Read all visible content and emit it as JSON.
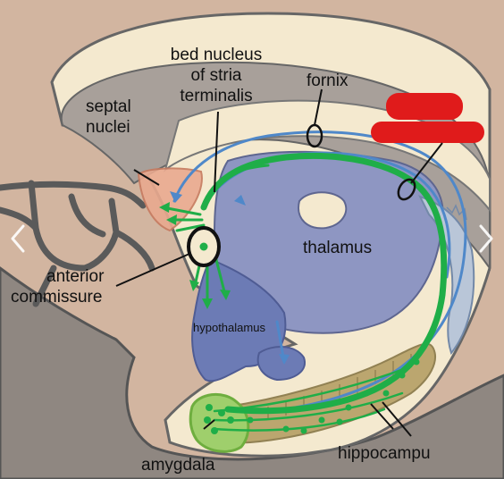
{
  "labels": {
    "bed_nucleus": [
      "bed nucleus",
      "of stria",
      "terminalis"
    ],
    "septal_nuclei": [
      "septal",
      "nuclei"
    ],
    "fornix": "fornix",
    "thalamus": "thalamus",
    "anterior_commissure": [
      "anterior",
      "commissure"
    ],
    "hypothalamus": "hypothalamus",
    "amygdala": "amygdala",
    "hippocampus": "hippocampu"
  },
  "colors": {
    "background": "#d2b5a0",
    "cortex": "#f4e9cf",
    "dark_region": "#8f8781",
    "outline": "#5a5a5a",
    "thalamus": "#8e96c2",
    "hypothalamus": "#6c7bb5",
    "septal": "#e9a98f",
    "pathway_green": "#1fae48",
    "fornix_blue": "#4f88c9",
    "hippocampus": "#b8a36a",
    "amygdala": "#9fcf6c",
    "highlight_red": "#e01b1b"
  },
  "navigation": {
    "prev_icon": "chevron-left-icon",
    "next_icon": "chevron-right-icon"
  }
}
